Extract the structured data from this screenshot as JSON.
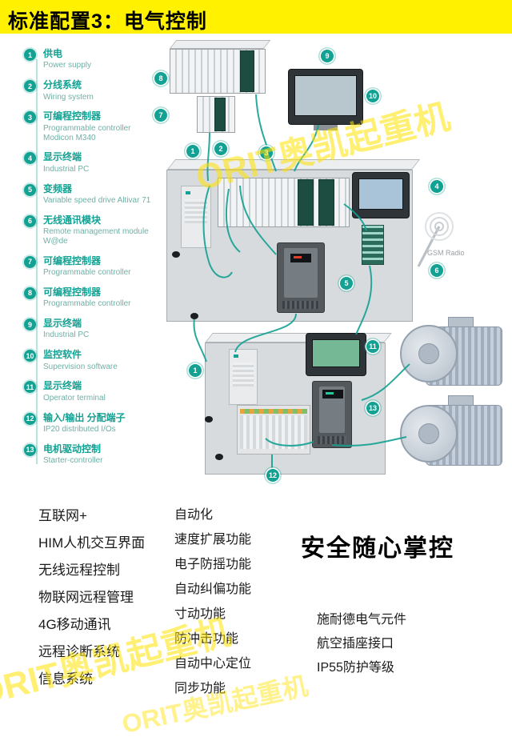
{
  "banner": {
    "title": "标准配置3：电气控制"
  },
  "legend": {
    "items": [
      {
        "num": "1",
        "zh": "供电",
        "en": "Power supply"
      },
      {
        "num": "2",
        "zh": "分线系统",
        "en": "Wiring system"
      },
      {
        "num": "3",
        "zh": "可编程控制器",
        "en": "Programmable controller Modicon M340"
      },
      {
        "num": "4",
        "zh": "显示终端",
        "en": "Industrial PC"
      },
      {
        "num": "5",
        "zh": "变频器",
        "en": "Variable speed drive Altivar 71"
      },
      {
        "num": "6",
        "zh": "无线通讯模块",
        "en": "Remote management module W@de"
      },
      {
        "num": "7",
        "zh": "可编程控制器",
        "en": "Programmable controller"
      },
      {
        "num": "8",
        "zh": "可编程控制器",
        "en": "Programmable controller"
      },
      {
        "num": "9",
        "zh": "显示终端",
        "en": "Industrial PC"
      },
      {
        "num": "10",
        "zh": "监控软件",
        "en": "Supervision software"
      },
      {
        "num": "11",
        "zh": "显示终端",
        "en": "Operator terminal"
      },
      {
        "num": "12",
        "zh": "输入/输出 分配端子",
        "en": "IP20 distributed I/Os"
      },
      {
        "num": "13",
        "zh": "电机驱动控制",
        "en": "Starter-controller"
      }
    ]
  },
  "diagram": {
    "gsm_label": "GSM Radio",
    "badges": [
      {
        "num": "8"
      },
      {
        "num": "7"
      },
      {
        "num": "9"
      },
      {
        "num": "10"
      },
      {
        "num": "1"
      },
      {
        "num": "2"
      },
      {
        "num": "3"
      },
      {
        "num": "4"
      },
      {
        "num": "5"
      },
      {
        "num": "6"
      },
      {
        "num": "1"
      },
      {
        "num": "11"
      },
      {
        "num": "13"
      },
      {
        "num": "12"
      }
    ]
  },
  "features": {
    "left": [
      "互联网+",
      "HIM人机交互界面",
      "无线远程控制",
      "物联网远程管理",
      "4G移动通讯",
      "远程诊断系统",
      "信息系统"
    ],
    "mid": [
      "自动化",
      "速度扩展功能",
      "电子防摇功能",
      "自动纠偏功能",
      "寸动功能",
      "防冲击功能",
      "自动中心定位",
      "同步功能"
    ],
    "right": [
      "施耐德电气元件",
      "航空插座接口",
      "IP55防护等级"
    ]
  },
  "headline": "安全随心掌控",
  "watermark": {
    "text": "ORIT奥凯起重机"
  },
  "colors": {
    "accent": "#12a192",
    "banner": "#fff100",
    "cabinet": "#d7dbde",
    "motor": "#b0bcc9",
    "watermark": "#ffe100"
  }
}
